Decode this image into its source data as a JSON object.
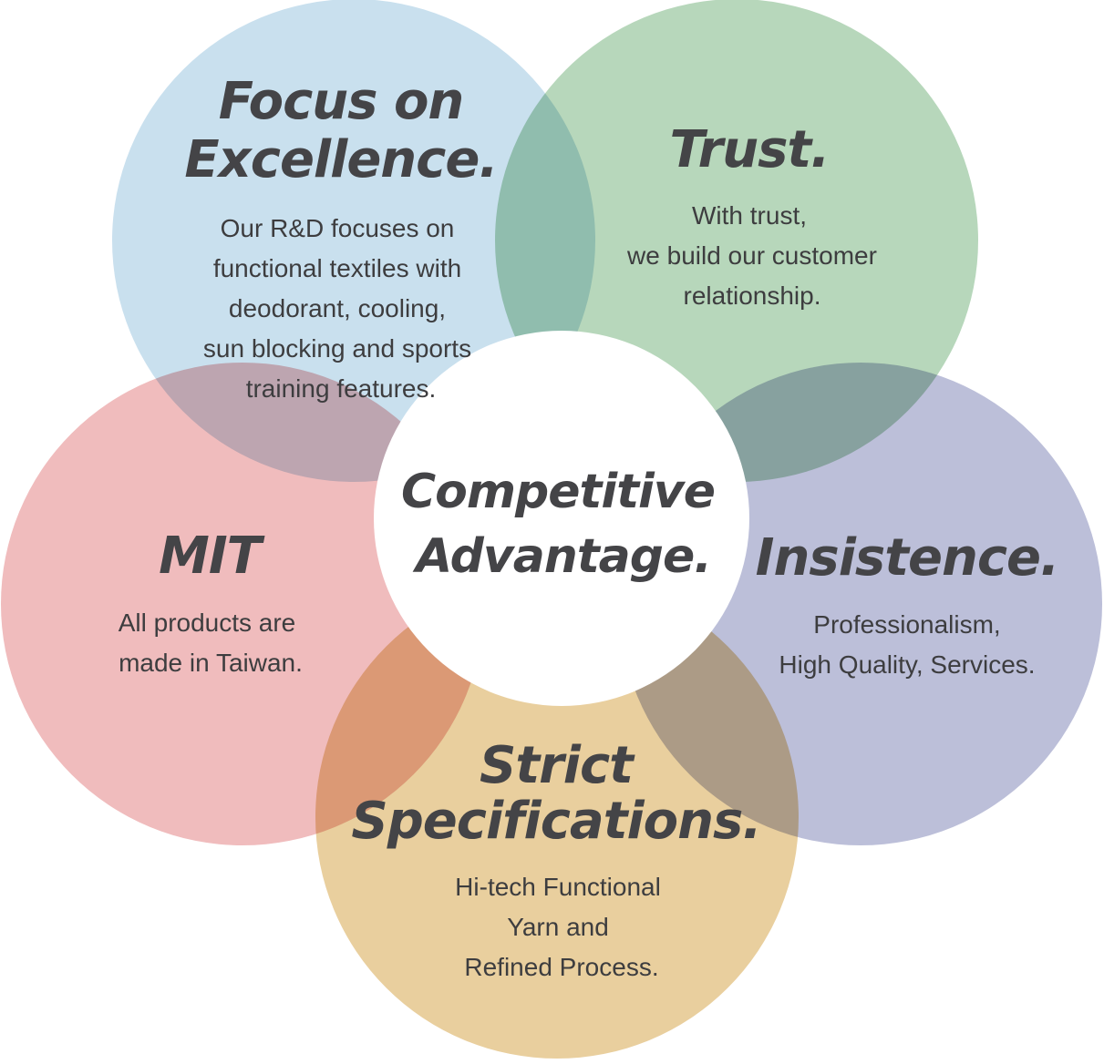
{
  "center": {
    "title_lines": [
      "Competitive",
      "Advantage."
    ],
    "color": "#ffffff"
  },
  "petals": [
    {
      "id": "focus",
      "color": "#c9e0ee",
      "title_lines": [
        "Focus on",
        "Excellence."
      ],
      "body_lines": [
        "Our R&D focuses on",
        "functional textiles with",
        "deodorant, cooling,",
        "sun blocking and sports",
        "training features."
      ]
    },
    {
      "id": "trust",
      "color": "#b7d7bb",
      "title_lines": [
        "Trust."
      ],
      "body_lines": [
        "With trust,",
        "we build our customer",
        "relationship."
      ]
    },
    {
      "id": "insistence",
      "color": "#bcbfd9",
      "title_lines": [
        "Insistence."
      ],
      "body_lines": [
        "Professionalism,",
        "High Quality, Services."
      ]
    },
    {
      "id": "strict",
      "color": "#e9cf9e",
      "title_lines": [
        "Strict",
        "Specifications."
      ],
      "body_lines": [
        "Hi-tech Functional",
        "Yarn and",
        "Refined Process."
      ]
    },
    {
      "id": "mit",
      "color": "#f0bcbd",
      "title_lines": [
        "MIT"
      ],
      "body_lines": [
        "All products are",
        "made in Taiwan."
      ]
    }
  ]
}
